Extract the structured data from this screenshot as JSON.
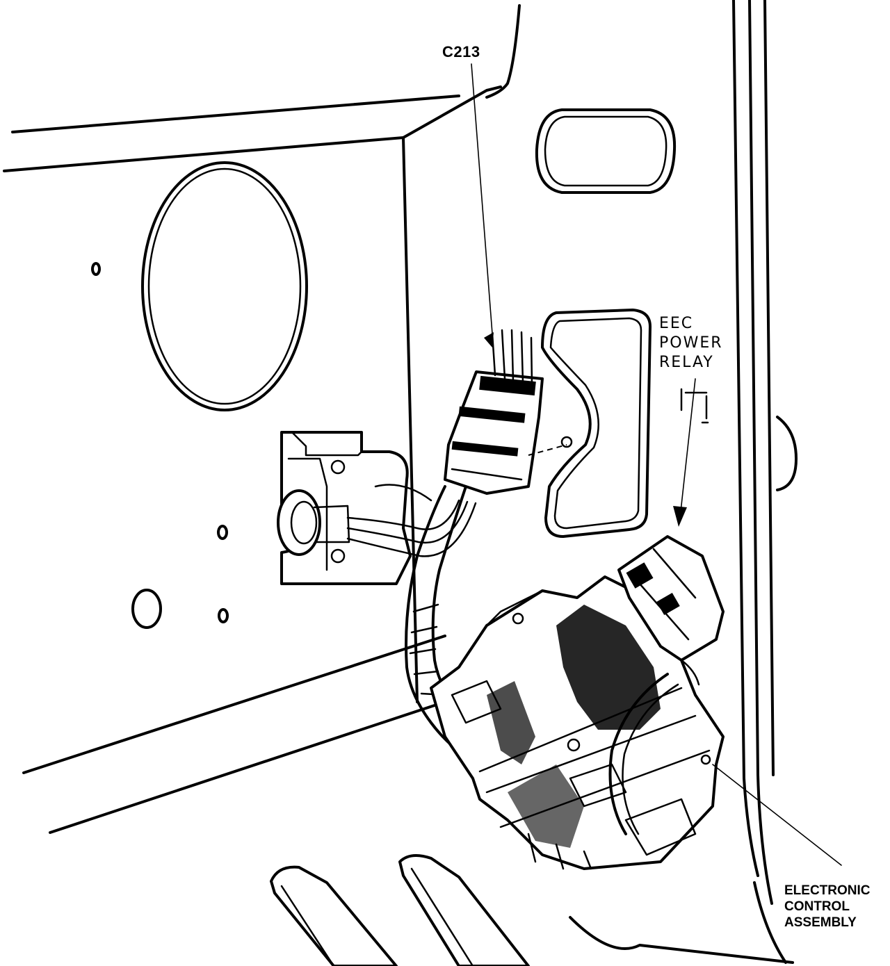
{
  "callouts": {
    "c213": "C213",
    "eec_power_relay": "EEC\nPOWER\nRELAY",
    "electronic_control_assembly": "ELECTRONIC\nCONTROL\nASSEMBLY"
  }
}
